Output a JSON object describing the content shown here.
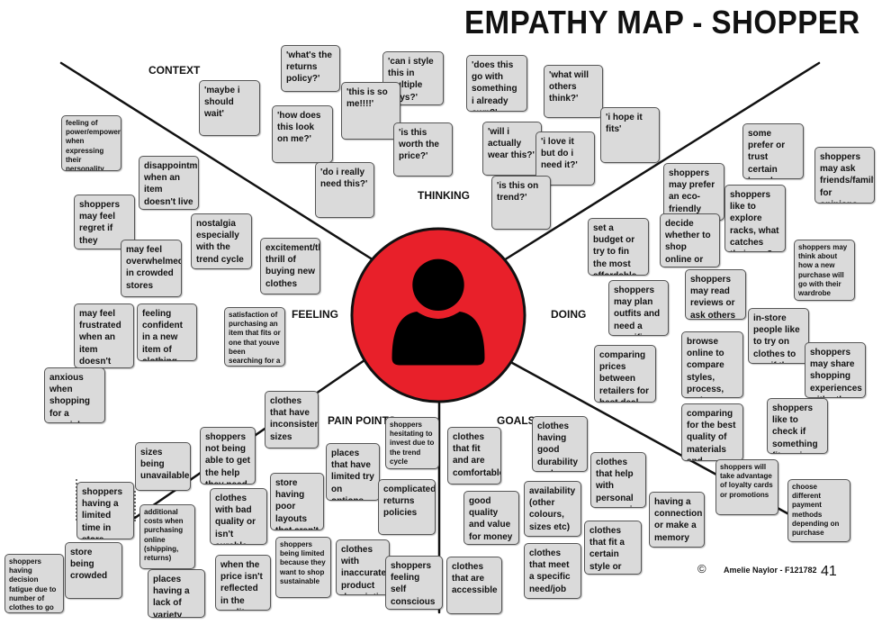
{
  "title": "EMPATHY MAP - SHOPPER",
  "quadrants": {
    "context": "CONTEXT",
    "thinking": "THINKING",
    "feeling": "FEELING",
    "doing": "DOING",
    "pain_points": "PAIN POINTS",
    "goals": "GOALS"
  },
  "colors": {
    "circle": "#e8202a",
    "note_bg": "#dadada",
    "icon": "#000000"
  },
  "icon": "user-silhouette-icon",
  "notes": [
    "'what's the returns policy?'",
    "'can i style this in multiple ways?'",
    "'maybe i should wait'",
    "'this is so me!!!!'",
    "'how does this look on me?'",
    "'is this worth the price?'",
    "'do i really need this?'",
    "'does this go with something i already own?'",
    "'what will others think?'",
    "'i hope it fits'",
    "'will i actually wear this?'",
    "'i love it but do i need it?'",
    "'is this on trend?'",
    "feeling of power/empowered when expressing their personality through fashion",
    "disappointment when an item doesn't live up to expectation",
    "shoppers may feel regret if they overspend",
    "nostalgia especially with the trend cycle",
    "may feel overwhelmed in crowded stores",
    "excitement/the thrill of buying new clothes",
    "may feel frustrated when an item doesn't suit you",
    "feeling confident in a new item of clothing",
    "satisfaction of purchasing an item that fits or one that youve been searching for a while",
    "anxious when shopping for a special event",
    "some prefer or trust certain brands",
    "shoppers may ask friends/family for opinions",
    "shoppers may prefer an eco-friendly choice",
    "shoppers like to explore racks, what catches their eye?",
    "set a budget or try to fin the most affordable",
    "decide whether to shop online or in-store",
    "shoppers may think about how a new purchase will go with their wardrobe",
    "shoppers may plan outfits and need a specific item",
    "shoppers may read reviews or ask others",
    "in-store people like to try on clothes to see if they suit it",
    "comparing prices between retailers for best deal",
    "browse online to compare styles, process, reviews",
    "shoppers may share shopping experiences with others",
    "comparing for the best quality of materials and stitching",
    "shoppers like to check if something fits or is flattering",
    "shoppers will take advantage of loyalty cards or promotions",
    "choose different payment methods depending on purchase",
    "clothes that have inconsistent sizes",
    "shoppers not being able to get the help they need",
    "sizes being unavailable",
    "shoppers hesitating to invest due to the trend cycle",
    "places that have limited try on options",
    "shoppers having a limited time in store",
    "additional costs when purchasing online (shipping, returns)",
    "clothes with bad quality or isn't curable",
    "store having poor layouts that aren't user friendly",
    "complicated returns policies",
    "shoppers having decision fatigue due to number of clothes to go through",
    "store being crowded",
    "places having a lack of variety",
    "when the price isn't reflected in the quality",
    "shoppers being limited because they want to shop sustainable",
    "clothes with inaccurate product descriptions",
    "shoppers feeling self conscious in clothes",
    "clothes that fit and are comfortable",
    "clothes having good durability and longevity",
    "clothes that help with personal expression",
    "good quality and value for money",
    "availability (other colours, sizes etc)",
    "having a connection or make a memory",
    "clothes that fit a certain style or trend",
    "clothes that are accessible",
    "clothes that meet a specific need/job"
  ],
  "footer": {
    "copyright": "©",
    "author": "Amelie Naylor - F121782",
    "page": "41"
  }
}
